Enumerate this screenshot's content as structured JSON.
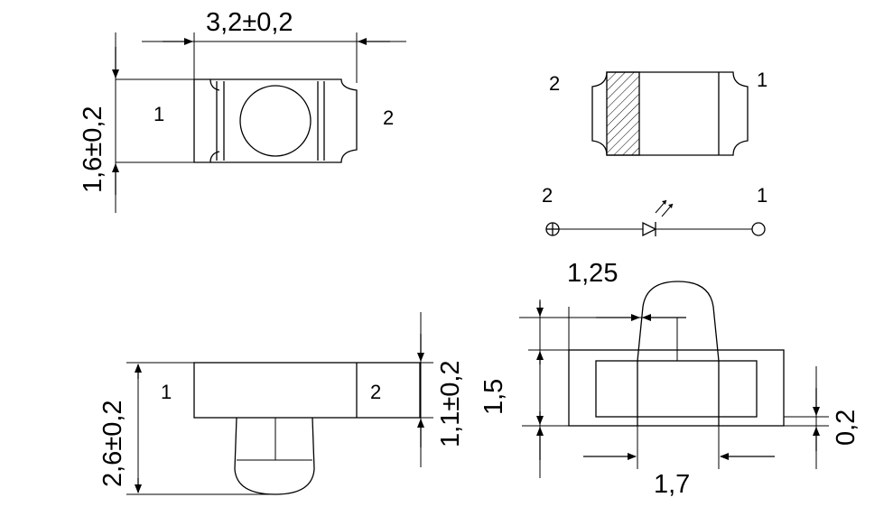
{
  "top_view": {
    "dim_length": "3,2±0,2",
    "dim_width": "1,6±0,2",
    "pin_left": "1",
    "pin_right": "2"
  },
  "package_view": {
    "pin_left": "2",
    "pin_right": "1"
  },
  "symbol": {
    "pin_left": "2",
    "pin_right": "1"
  },
  "side_view": {
    "dim_total_height": "2,6±0,2",
    "dim_body_height": "1,1±0,2",
    "pin_left": "1",
    "pin_right": "2"
  },
  "end_view": {
    "dim_lens": "1,25",
    "dim_height": "1,5",
    "dim_pad": "0,2",
    "dim_width": "1,7"
  }
}
